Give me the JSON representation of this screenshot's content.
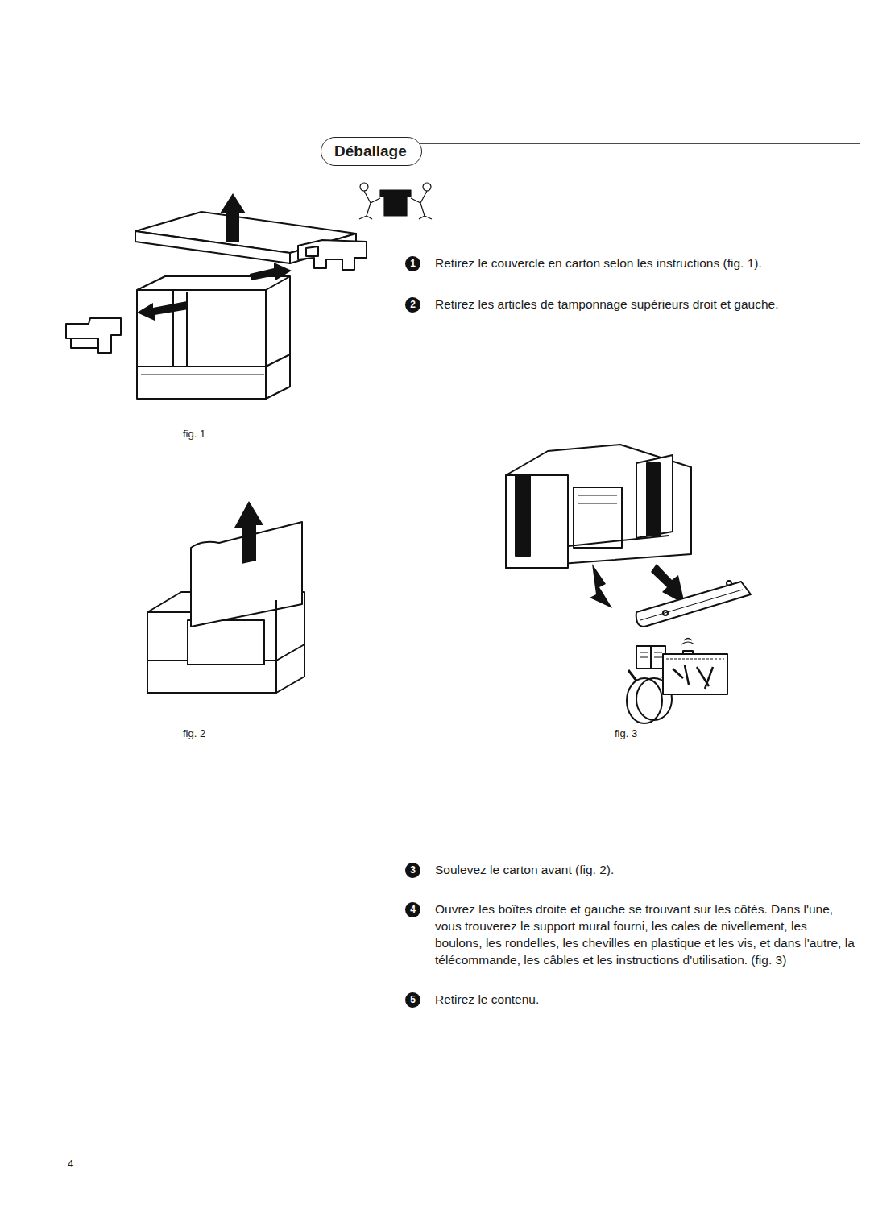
{
  "diagram": {
    "title": "Déballage",
    "labels": [
      "1",
      "Retirez le couvercle en carton selon les instructions (fig. 1).",
      "2",
      "Retirez les articles de tamponnage supérieurs droit et gauche.",
      "fig. 1",
      "fig. 2",
      "fig. 3",
      "3",
      "Soulevez le carton avant (fig. 2).",
      "4",
      "Ouvrez les boîtes droite et gauche se trouvant sur les côtés. Dans l'une, vous trouverez le support mural fourni, les cales de nivellement, les boulons, les rondelles, les chevilles en plastique et les vis, et dans l'autre, la télécommande, les câbles et les instructions d'utilisation. (fig. 3)",
      "5",
      "Retirez le contenu.",
      "4"
    ]
  }
}
